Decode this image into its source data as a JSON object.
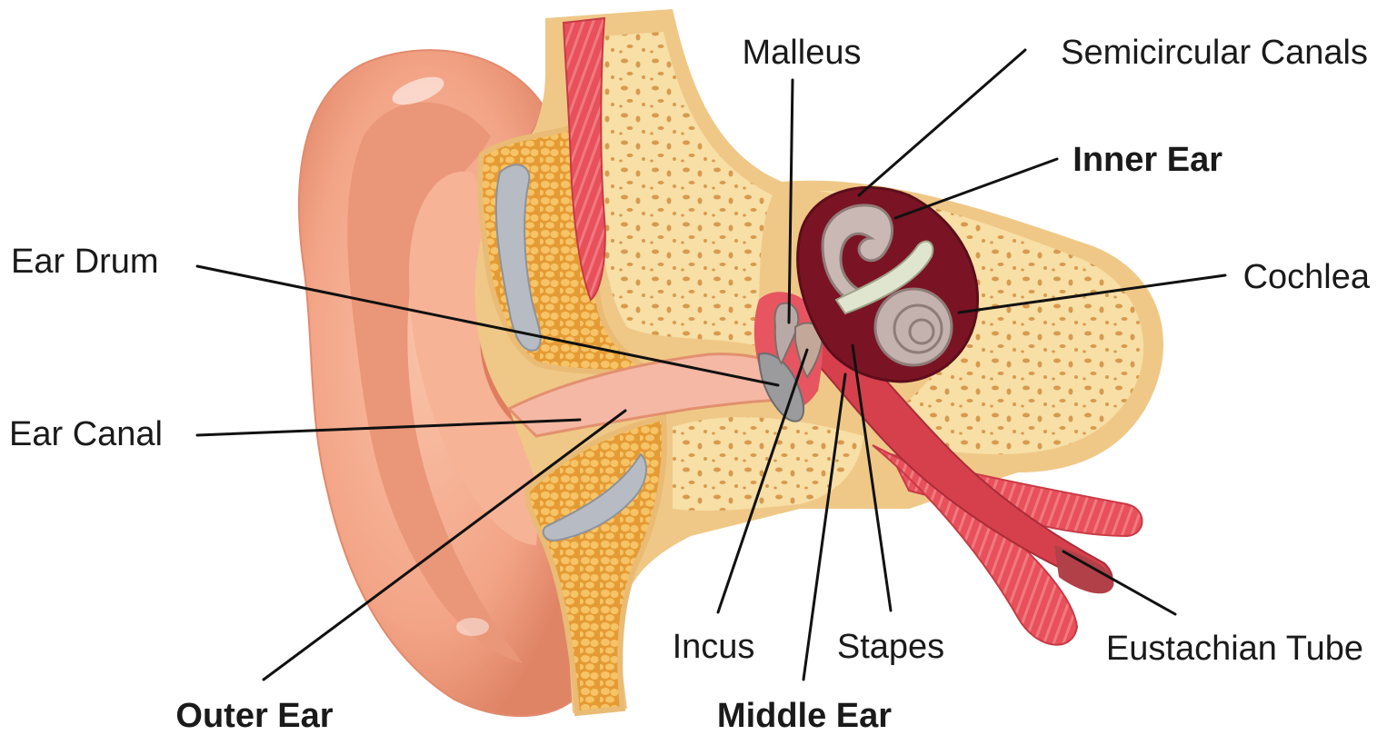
{
  "labels": {
    "malleus": "Malleus",
    "semicircular_canals": "Semicircular Canals",
    "inner_ear": "Inner Ear",
    "ear_drum": "Ear Drum",
    "cochlea": "Cochlea",
    "ear_canal": "Ear Canal",
    "incus": "Incus",
    "stapes": "Stapes",
    "eustachian_tube": "Eustachian Tube",
    "outer_ear": "Outer Ear",
    "middle_ear": "Middle Ear"
  },
  "colors": {
    "skin": "#f4a98a",
    "skin_dark": "#e07f63",
    "bone": "#f7dfa6",
    "bone_outline": "#efc887",
    "bone_pores": "#d89a4e",
    "cartilage": "#f0b64a",
    "muscle": "#e8505b",
    "inner_ear_cavity": "#7a1424",
    "ossicles": "#b9a9a6",
    "canal_pink": "#f5b8a4"
  }
}
